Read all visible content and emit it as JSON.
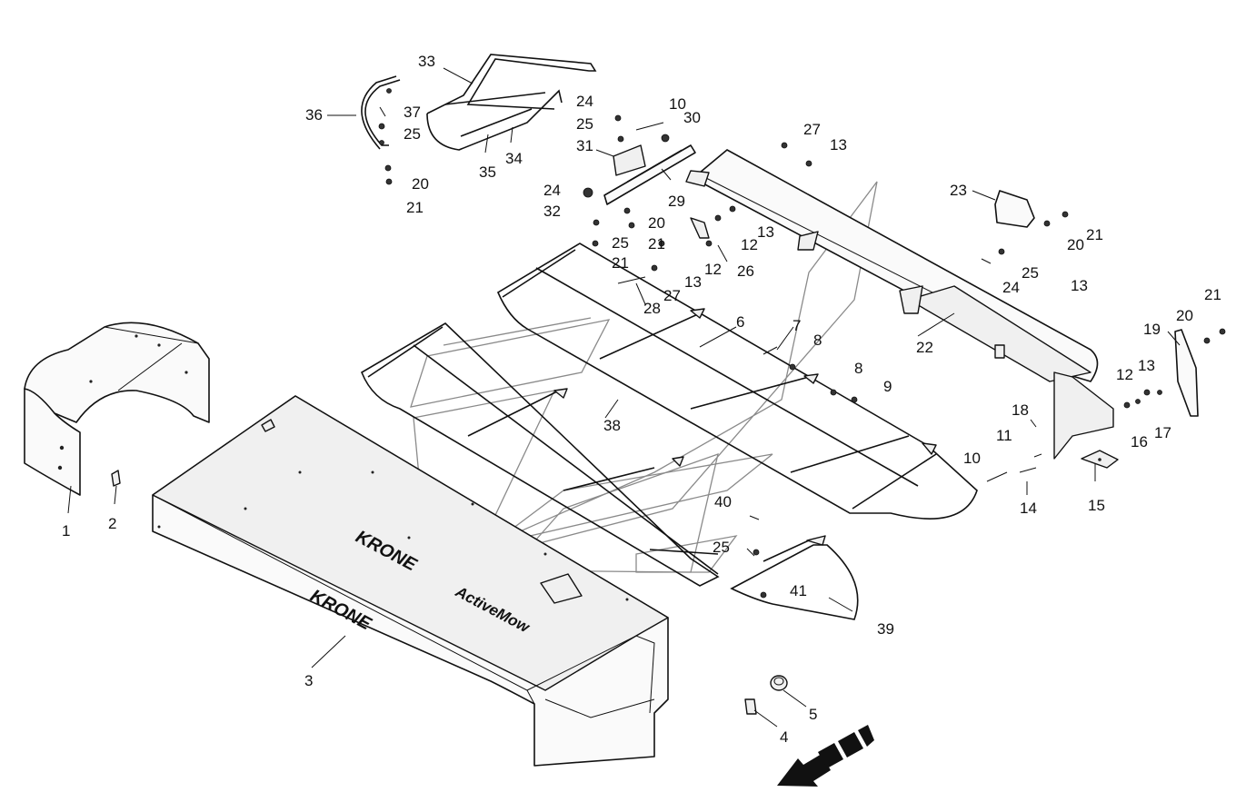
{
  "diagram": {
    "brand_text": "KRONE",
    "model_text": "ActiveMow",
    "callouts": [
      "1",
      "2",
      "3",
      "4",
      "5",
      "6",
      "7",
      "8",
      "8",
      "9",
      "10",
      "10",
      "11",
      "12",
      "12",
      "12",
      "13",
      "13",
      "13",
      "13",
      "13",
      "14",
      "15",
      "16",
      "17",
      "18",
      "19",
      "20",
      "20",
      "20",
      "20",
      "21",
      "21",
      "21",
      "21",
      "21",
      "22",
      "23",
      "24",
      "24",
      "24",
      "25",
      "25",
      "25",
      "25",
      "25",
      "26",
      "27",
      "27",
      "28",
      "29",
      "30",
      "31",
      "32",
      "33",
      "34",
      "35",
      "36",
      "37",
      "38",
      "39",
      "40",
      "41"
    ]
  }
}
